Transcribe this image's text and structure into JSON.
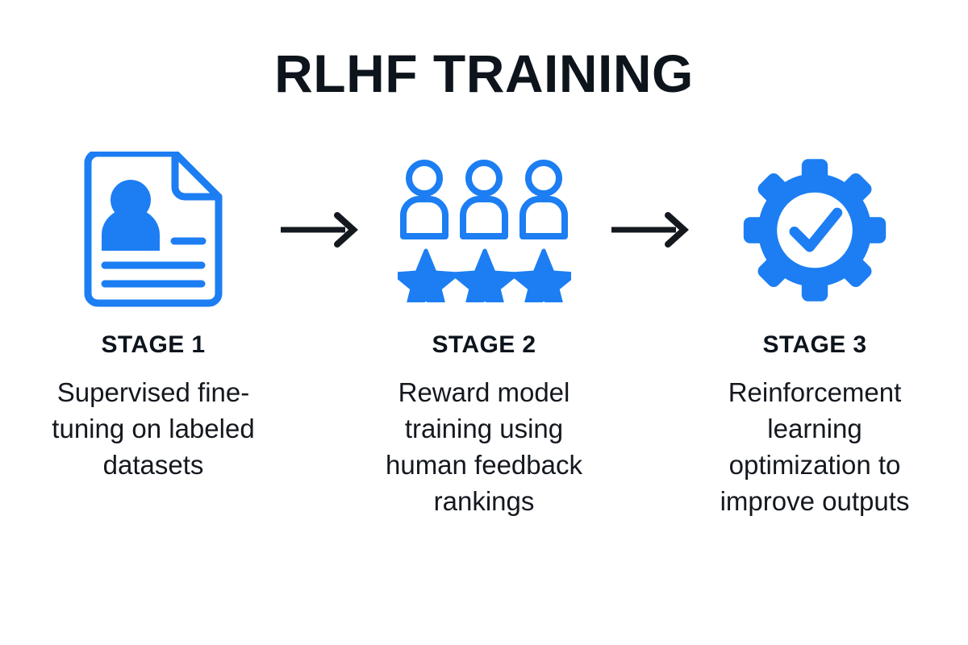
{
  "title": "RLHF TRAINING",
  "colors": {
    "accent_blue": "#1c7ef2",
    "text_dark": "#0d141c",
    "arrow_dark": "#14181f",
    "background": "#ffffff"
  },
  "stages": [
    {
      "icon": "document-person-icon",
      "label": "STAGE 1",
      "description": "Supervised fine-tuning on labeled datasets"
    },
    {
      "icon": "people-stars-rating-icon",
      "label": "STAGE 2",
      "description": "Reward model training using human feedback rankings"
    },
    {
      "icon": "gear-checkmark-icon",
      "label": "STAGE 3",
      "description": "Reinforcement learning optimization to improve outputs"
    }
  ],
  "arrows": [
    {
      "name": "arrow-right-1"
    },
    {
      "name": "arrow-right-2"
    }
  ]
}
